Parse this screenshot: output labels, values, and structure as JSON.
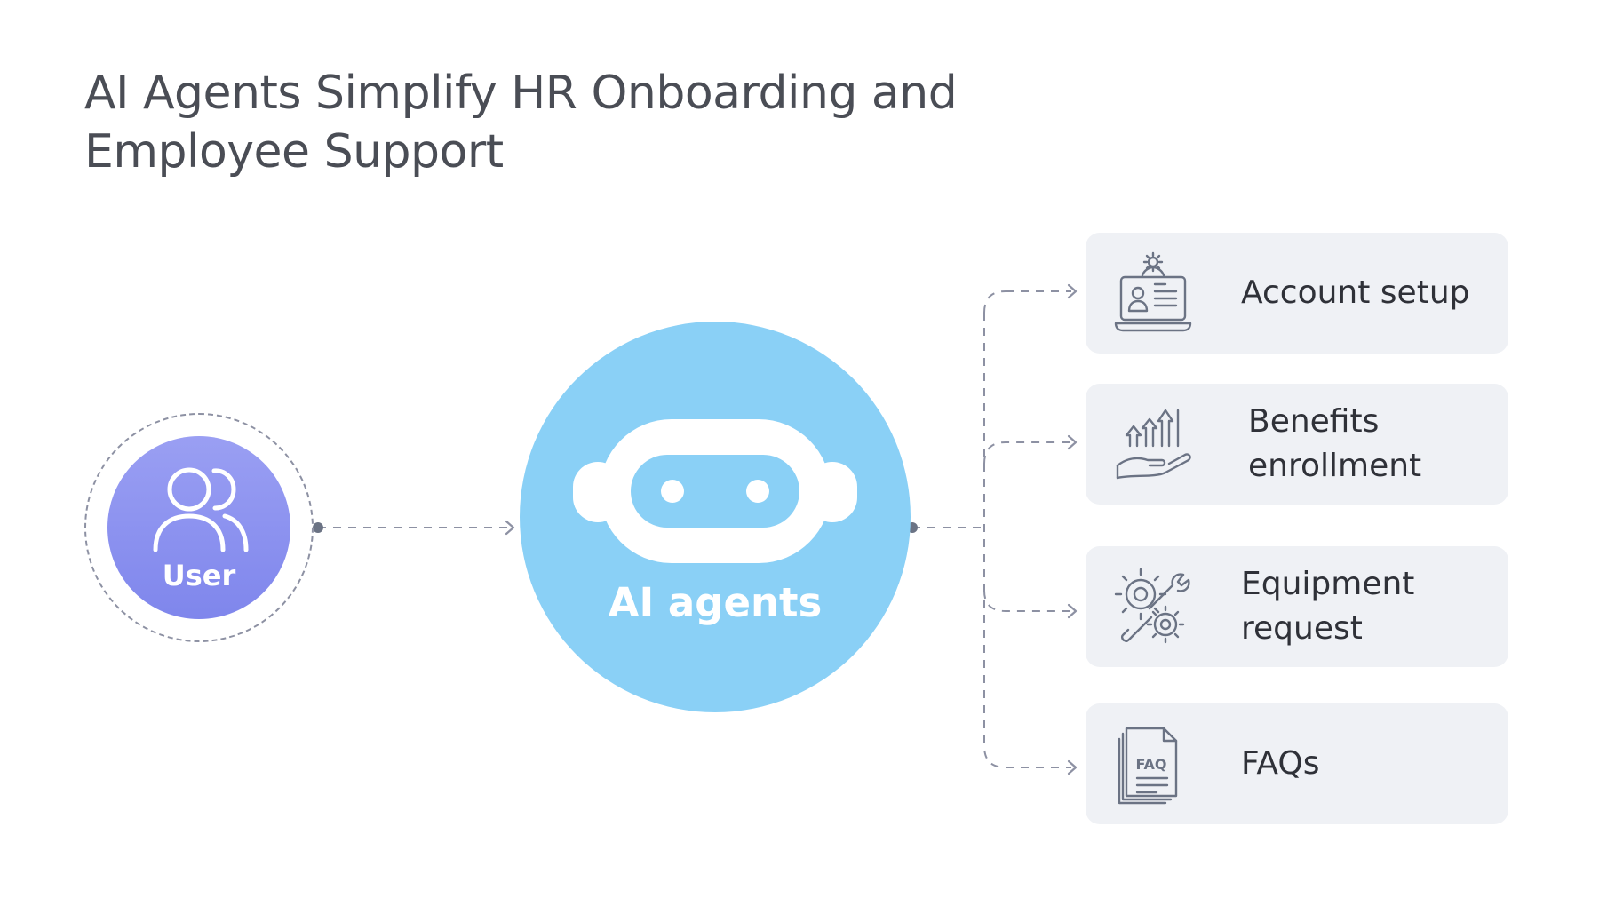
{
  "title": {
    "line1": "AI Agents Simplify HR Onboarding and",
    "line2": "Employee Support"
  },
  "user_node": {
    "label": "User",
    "icon": "users-icon"
  },
  "ai_node": {
    "label": "AI agents",
    "icon": "robot-face-icon"
  },
  "tasks": [
    {
      "label": "Account setup",
      "icon": "laptop-profile-gear-icon"
    },
    {
      "label": "Benefits enrollment",
      "icon": "hand-growth-arrows-icon"
    },
    {
      "label": "Equipment request",
      "icon": "gear-wrench-icon"
    },
    {
      "label": "FAQs",
      "icon": "faq-document-icon"
    }
  ],
  "colors": {
    "user_fill": "#8a90ef",
    "ai_fill": "#8ad0f6",
    "card_fill": "#eff1f5",
    "connector": "#8d91a3",
    "icon_stroke": "#6b7384"
  }
}
